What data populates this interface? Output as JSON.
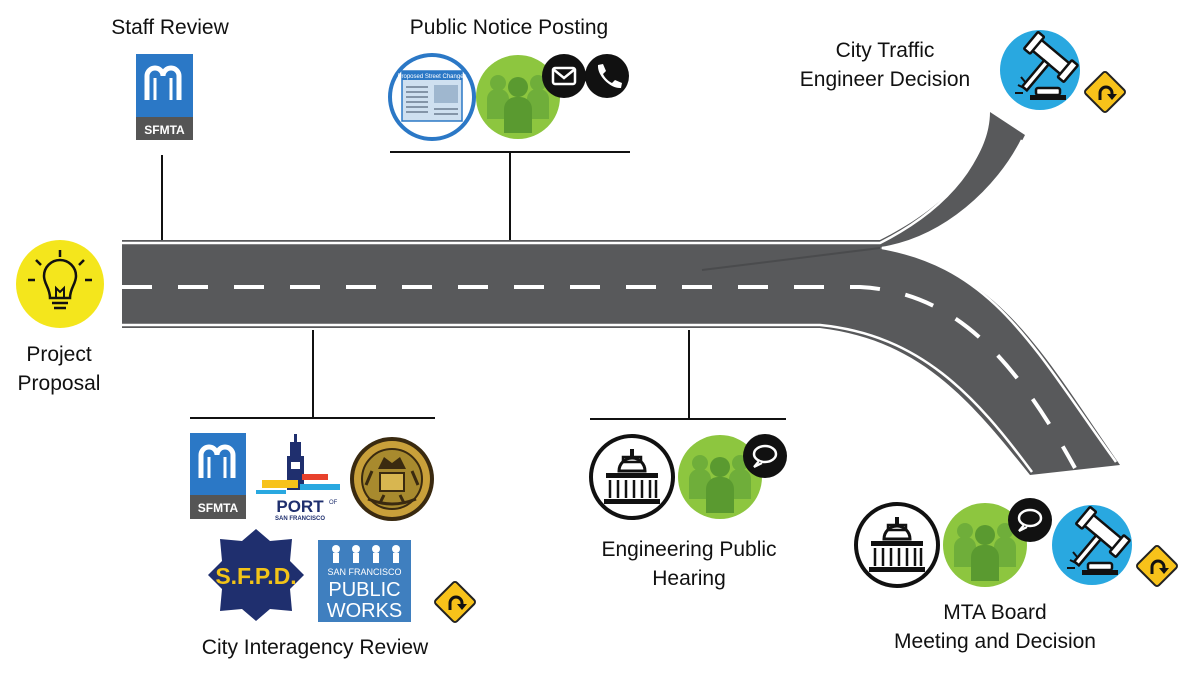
{
  "stages": {
    "project_proposal": {
      "line1": "Project",
      "line2": "Proposal"
    },
    "staff_review": {
      "title": "Staff Review"
    },
    "public_notice": {
      "title": "Public Notice Posting",
      "notice_text": "Proposed Street Changes"
    },
    "city_traffic_engineer": {
      "line1": "City Traffic",
      "line2": "Engineer Decision"
    },
    "interagency_review": {
      "title": "City Interagency Review"
    },
    "engineering_hearing": {
      "line1": "Engineering Public",
      "line2": "Hearing"
    },
    "mta_board": {
      "line1": "MTA Board",
      "line2": "Meeting and Decision"
    }
  },
  "logos": {
    "sfmta": "SFMTA",
    "port": "PORT",
    "port_of": "OF",
    "port_city": "SAN FRANCISCO",
    "sfpd": "S.F.P.D.",
    "public_works_top": "SAN FRANCISCO",
    "public_works_1": "PUBLIC",
    "public_works_2": "WORKS"
  },
  "colors": {
    "road": "#58595b",
    "lane_marking": "#ffffff",
    "bulb": "#f4e61c",
    "people_green": "#8dc63f",
    "people_dark": "#5f9e35",
    "gavel_blue": "#29a8e0",
    "sfmta_blue": "#2b78c6",
    "sfmta_gray": "#555555",
    "sign_yellow": "#f7c21a",
    "sfpd_navy": "#1f2f6e",
    "sfpd_gold": "#f2c318",
    "works_blue": "#3f7fbf"
  },
  "icons": [
    "lightbulb-icon",
    "sfmta-logo",
    "notice-document-icon",
    "people-icon",
    "mail-icon",
    "phone-icon",
    "gavel-icon",
    "detour-sign-icon",
    "port-logo",
    "city-seal-icon",
    "sfpd-badge-icon",
    "public-works-logo",
    "city-hall-icon",
    "speech-bubble-icon"
  ]
}
